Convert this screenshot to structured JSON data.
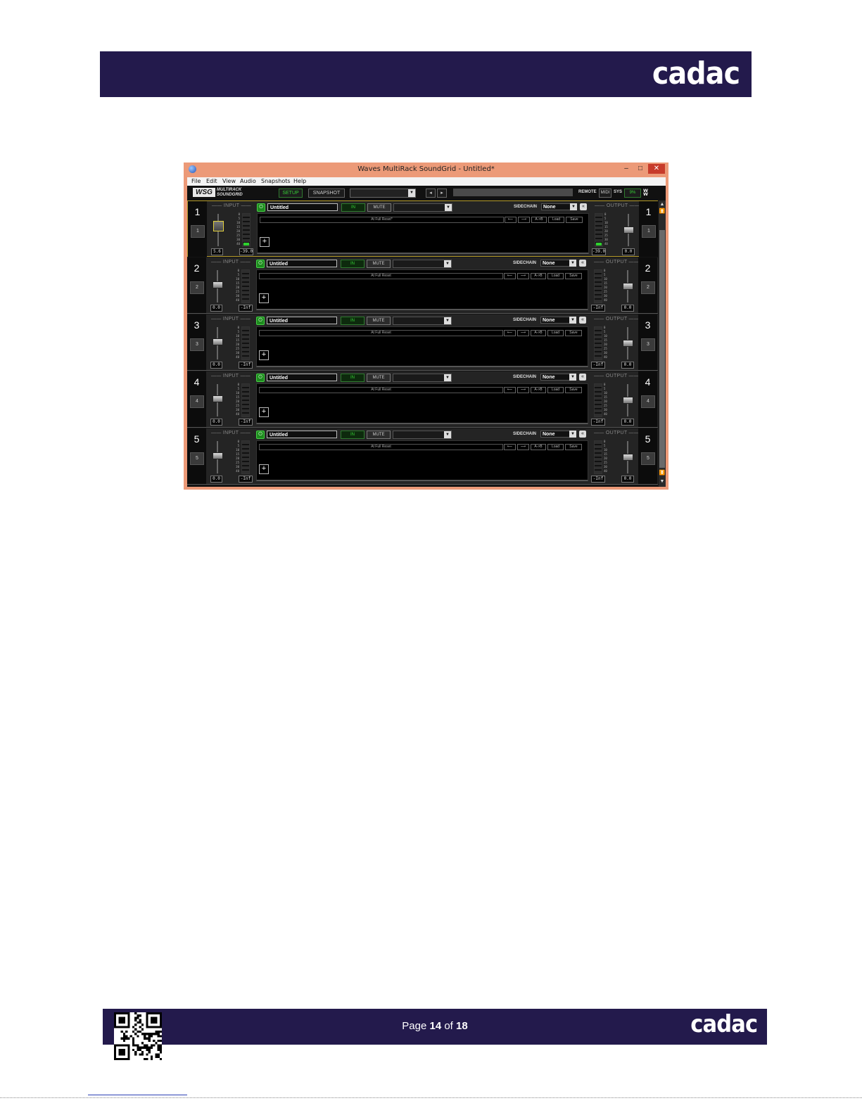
{
  "page": {
    "brand": "cadac",
    "page_label": "Page",
    "page_number": "14",
    "of_label": "of",
    "page_total": "18"
  },
  "window": {
    "title": "Waves MultiRack SoundGrid - Untitled*",
    "minimize": "–",
    "maximize": "□",
    "close": "✕"
  },
  "menu": [
    "File",
    "Edit",
    "View",
    "Audio",
    "Snapshots",
    "Help"
  ],
  "toolbar": {
    "logo": "WSG",
    "logo_text_1": "MULTIRACK",
    "logo_text_2": "SOUNDGRID",
    "setup": "SETUP",
    "snapshot": "SNAPSHOT",
    "snapshot_value": "",
    "remote": "REMOTE",
    "midi": "MIDI",
    "sys": "SYS",
    "cpu": "9%",
    "waves_icon": "waves-logo-icon"
  },
  "meter_scale": [
    "0",
    "5",
    "10",
    "15",
    "20",
    "25",
    "30",
    "40"
  ],
  "racks": [
    {
      "number": "1",
      "chip": "1",
      "input_label": "INPUT",
      "output_label": "OUTPUT",
      "name": "Untitled",
      "in": "IN",
      "mute": "MUTE",
      "sidechain_label": "SIDECHAIN",
      "sidechain": "None",
      "preset": "At Full Reset*",
      "ab": "A->B",
      "load": "Load",
      "save": "Save",
      "input_gain": "5.6",
      "input_peak": "-39.0",
      "output_peak": "-39.0",
      "output_gain": "0.0",
      "add": "+",
      "input_meter_level": 0.08,
      "output_meter_level": 0.08
    },
    {
      "number": "2",
      "chip": "2",
      "input_label": "INPUT",
      "output_label": "OUTPUT",
      "name": "Untitled",
      "in": "IN",
      "mute": "MUTE",
      "sidechain_label": "SIDECHAIN",
      "sidechain": "None",
      "preset": "At Full Reset",
      "ab": "A->B",
      "load": "Load",
      "save": "Save",
      "input_gain": "0.0",
      "input_peak": "-Inf",
      "output_peak": "-Inf",
      "output_gain": "0.0",
      "add": "+",
      "input_meter_level": 0,
      "output_meter_level": 0
    },
    {
      "number": "3",
      "chip": "3",
      "input_label": "INPUT",
      "output_label": "OUTPUT",
      "name": "Untitled",
      "in": "IN",
      "mute": "MUTE",
      "sidechain_label": "SIDECHAIN",
      "sidechain": "None",
      "preset": "At Full Reset",
      "ab": "A->B",
      "load": "Load",
      "save": "Save",
      "input_gain": "0.0",
      "input_peak": "-Inf",
      "output_peak": "-Inf",
      "output_gain": "0.0",
      "add": "+",
      "input_meter_level": 0,
      "output_meter_level": 0
    },
    {
      "number": "4",
      "chip": "4",
      "input_label": "INPUT",
      "output_label": "OUTPUT",
      "name": "Untitled",
      "in": "IN",
      "mute": "MUTE",
      "sidechain_label": "SIDECHAIN",
      "sidechain": "None",
      "preset": "At Full Reset",
      "ab": "A->B",
      "load": "Load",
      "save": "Save",
      "input_gain": "0.0",
      "input_peak": "-Inf",
      "output_peak": "-Inf",
      "output_gain": "0.0",
      "add": "+",
      "input_meter_level": 0,
      "output_meter_level": 0
    },
    {
      "number": "5",
      "chip": "5",
      "input_label": "INPUT",
      "output_label": "OUTPUT",
      "name": "Untitled",
      "in": "IN",
      "mute": "MUTE",
      "sidechain_label": "SIDECHAIN",
      "sidechain": "None",
      "preset": "At Full Reset",
      "ab": "A->B",
      "load": "Load",
      "save": "Save",
      "input_gain": "0.0",
      "input_peak": "-Inf",
      "output_peak": "-Inf",
      "output_gain": "0.0",
      "add": "+",
      "input_meter_level": 0,
      "output_meter_level": 0
    }
  ],
  "colors": {
    "banner": "#231a4c",
    "window_frame": "#ec9a78",
    "active_green": "#35d035"
  }
}
